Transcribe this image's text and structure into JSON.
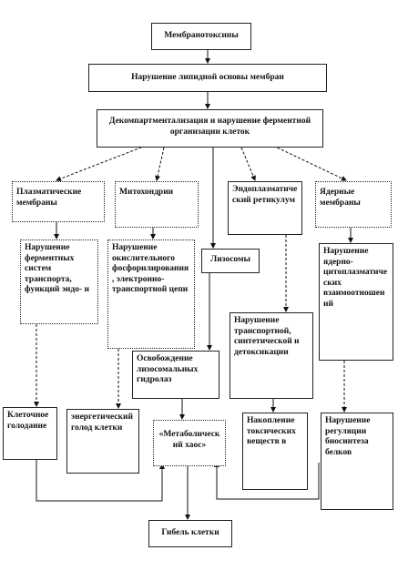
{
  "nodes": {
    "membranotoxins": "Мембранотоксины",
    "lipid_disruption": "Нарушение липидной основы мембран",
    "decompart": "Декомпартментализация и нарушение ферментной организации клеток",
    "plasma_membranes": "Плазматические мембраны",
    "mitochondria": "Митохондрии",
    "er": "Эндоплазматический ретикулум",
    "nuclear_membranes": "Ядерные мембраны",
    "plasma_effect": "Нарушение ферментных систем транспорта, функций эндо- и",
    "mito_effect": "Нарушение окислительного фосфорилирования, электронно-транспортной цепи",
    "lysosomes": "Лизосомы",
    "nuclear_effect": "Нарушение ядерно-цитоплазматических взаимоотношений",
    "er_effect": "Нарушение транспортной, синтетической и детоксикации",
    "lysosome_release": "Освобождение лизосомальных гидролаз",
    "cell_starvation": "Клеточное голодание",
    "energy_starvation": "энергетический голод клетки",
    "metabolic_chaos": "«Метаболический хаос»",
    "toxic_accumulation": "Накопление токсических веществ в",
    "protein_synthesis": "Нарушение регуляции биосинтеза белков",
    "cell_death": "Гибель клетки"
  }
}
